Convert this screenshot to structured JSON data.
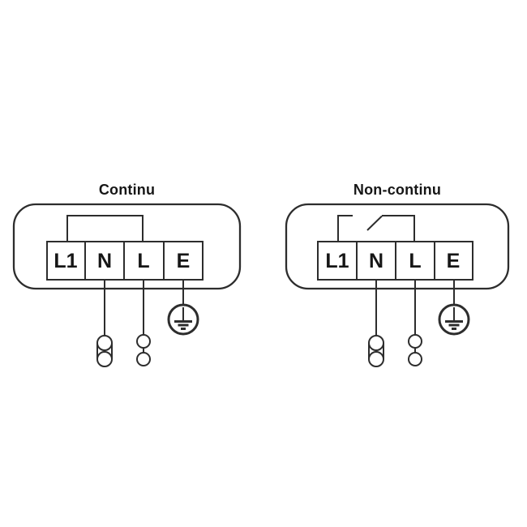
{
  "theme": {
    "background": "#ffffff",
    "line_color": "#2d2d2d",
    "text_color": "#161616"
  },
  "diagrams": [
    {
      "title": "Continu",
      "terminals": [
        {
          "label": "L1"
        },
        {
          "label": "N"
        },
        {
          "label": "L"
        },
        {
          "label": "E"
        }
      ],
      "bridge_state": "closed-bridge",
      "icons": {
        "neutral_connector": "double-bullet-capsule-connector-icon",
        "line_connector": "double-bullet-connector-icon",
        "earth_connector": "protective-earth-ground-icon"
      }
    },
    {
      "title": "Non-continu",
      "terminals": [
        {
          "label": "L1"
        },
        {
          "label": "N"
        },
        {
          "label": "L"
        },
        {
          "label": "E"
        }
      ],
      "bridge_state": "open-switch",
      "icons": {
        "neutral_connector": "double-bullet-capsule-connector-icon",
        "line_connector": "double-bullet-connector-icon",
        "earth_connector": "protective-earth-ground-icon"
      }
    }
  ]
}
